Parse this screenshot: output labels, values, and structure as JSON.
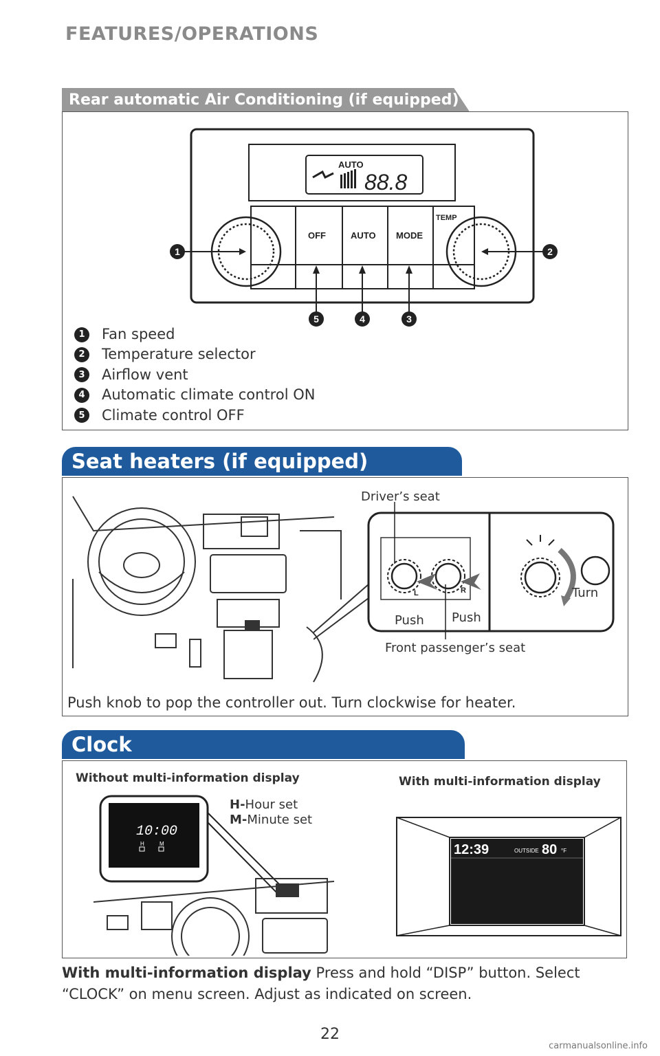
{
  "header": "FEATURES/OPERATIONS",
  "rear_ac": {
    "title": "Rear automatic Air Conditioning (if equipped)",
    "panel": {
      "display_auto": "AUTO",
      "display_temp": "88.8",
      "buttons": [
        "OFF",
        "AUTO",
        "MODE"
      ],
      "temp_label": "TEMP"
    },
    "callouts": [
      "1",
      "2",
      "3",
      "4",
      "5"
    ],
    "legend": [
      {
        "num": "1",
        "text": "Fan speed"
      },
      {
        "num": "2",
        "text": "Temperature selector"
      },
      {
        "num": "3",
        "text": "Airflow vent"
      },
      {
        "num": "4",
        "text": "Automatic climate control ON"
      },
      {
        "num": "5",
        "text": "Climate control OFF"
      }
    ]
  },
  "seat_heaters": {
    "title": "Seat heaters (if equipped)",
    "drivers_seat": "Driver’s seat",
    "push_left": "Push",
    "push_right": "Push",
    "front_passenger": "Front passenger’s seat",
    "turn": "Turn",
    "knob_left": "L",
    "knob_right": "R",
    "caption": "Push knob to pop the controller out. Turn clockwise for heater."
  },
  "clock": {
    "title": "Clock",
    "without_label": "Without multi-information display",
    "with_label": "With multi-information display",
    "hour_key": "H-",
    "hour_text": "Hour set",
    "minute_key": "M-",
    "minute_text": "Minute set",
    "clock_time": "10:00",
    "clock_h": "H",
    "clock_m": "M",
    "mid_time": "12:39",
    "mid_outside": "OUTSIDE",
    "mid_temp": "80",
    "mid_unit": "°F",
    "instructions_bold": "With multi-information display",
    "instructions": " Press and hold “DISP” button. Select “CLOCK” on menu screen. Adjust as indicated on screen."
  },
  "page_number": "22",
  "watermark": "carmanualsonline.info"
}
